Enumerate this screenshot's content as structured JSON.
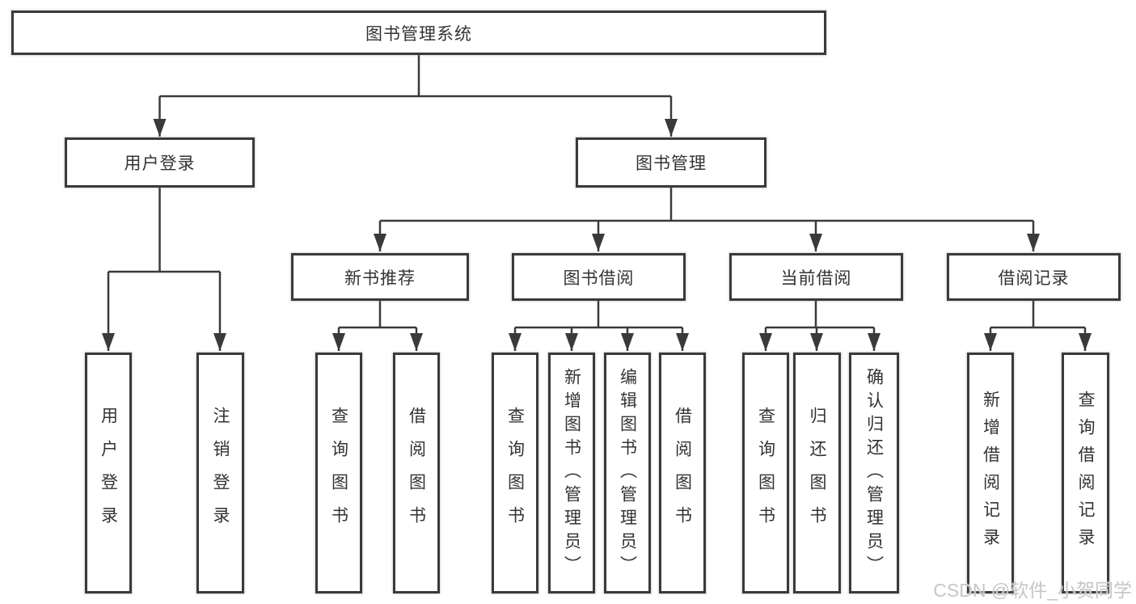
{
  "colors": {
    "background": "#ffffff",
    "line": "#3a3a3a",
    "box_fill": "#ffffff",
    "text": "#333333",
    "watermark": "#c6c6c6"
  },
  "diagram": {
    "root": {
      "label": "图书管理系统"
    },
    "branches": [
      {
        "label": "用户登录",
        "children": [
          {
            "label": "用户登录"
          },
          {
            "label": "注销登录"
          }
        ]
      },
      {
        "label": "图书管理",
        "children": [
          {
            "label": "新书推荐",
            "children": [
              {
                "label": "查询图书"
              },
              {
                "label": "借阅图书"
              }
            ]
          },
          {
            "label": "图书借阅",
            "children": [
              {
                "label": "查询图书"
              },
              {
                "label": "新增图书（管理员）"
              },
              {
                "label": "编辑图书（管理员）"
              },
              {
                "label": "借阅图书"
              }
            ]
          },
          {
            "label": "当前借阅",
            "children": [
              {
                "label": "查询图书"
              },
              {
                "label": "归还图书"
              },
              {
                "label": "确认归还（管理员）"
              }
            ]
          },
          {
            "label": "借阅记录",
            "children": [
              {
                "label": "新增借阅记录"
              },
              {
                "label": "查询借阅记录"
              }
            ]
          }
        ]
      }
    ]
  },
  "watermark": {
    "text": "CSDN @软件_小贺同学"
  }
}
